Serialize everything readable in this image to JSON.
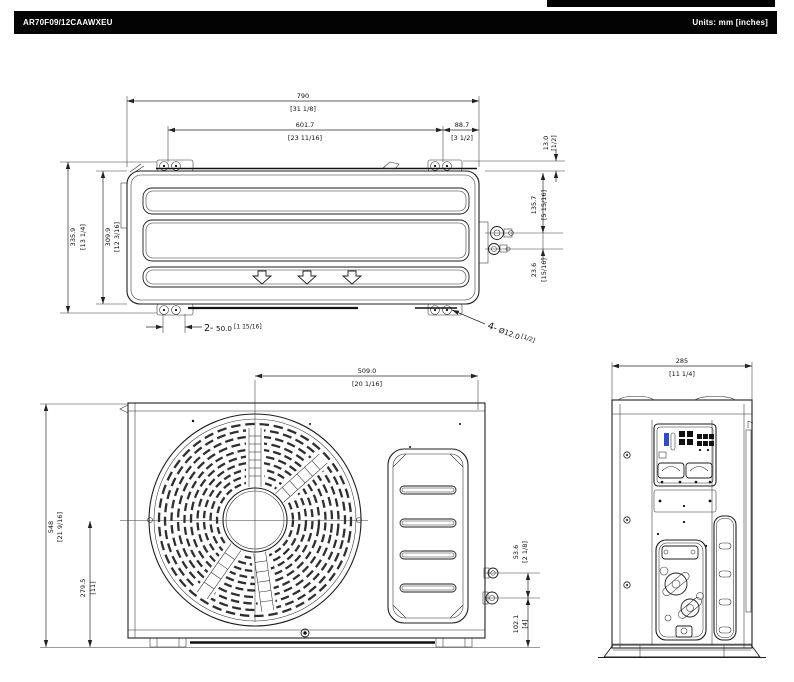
{
  "header": {
    "model": "AR70F09/12CAAWXEU",
    "units": "Units: mm [inches]"
  },
  "colors": {
    "header_bg": "#000000",
    "header_text": "#ffffff",
    "line": "#1e1e1e",
    "accent_blue": "#2f4bd0"
  },
  "top_view": {
    "dims": {
      "overall_width": {
        "mm": "790",
        "in": "[31 1/8]"
      },
      "foot_pitch": {
        "mm": "601.7",
        "in": "[23 11/16]"
      },
      "foot_right_offset": {
        "mm": "88.7",
        "in": "[3 1/2]"
      },
      "overall_depth": {
        "mm": "335.9",
        "in": "[13 1/4]"
      },
      "body_depth": {
        "mm": "309.9",
        "in": "[12 3/16]"
      },
      "foot_protrusion": {
        "mm": "13.0",
        "in": "[1/2]"
      },
      "valve_offset": {
        "mm": "135.7",
        "in": "[5 15/16]"
      },
      "pipe_spacing": {
        "mm": "23.6",
        "in": "[15/16]"
      },
      "foot_slot": {
        "prefix": "2-",
        "mm": "50.0",
        "in": "[1 15/16]"
      },
      "foot_hole": {
        "prefix": "4-",
        "mm": "Ø12.0",
        "in": "[1/2]"
      }
    }
  },
  "front_view": {
    "dims": {
      "fan_center_to_valve": {
        "mm": "509.0",
        "in": "[20 1/16]"
      },
      "overall_height": {
        "mm": "548",
        "in": "[21 9/16]"
      },
      "fan_center_height": {
        "mm": "279.5",
        "in": "[11]"
      },
      "pipe_spacing": {
        "mm": "53.6",
        "in": "[2 1/8]"
      },
      "pipe_height": {
        "mm": "102.1",
        "in": "[4]"
      }
    }
  },
  "side_view": {
    "dims": {
      "overall_depth": {
        "mm": "285",
        "in": "[11 1/4]"
      }
    }
  }
}
